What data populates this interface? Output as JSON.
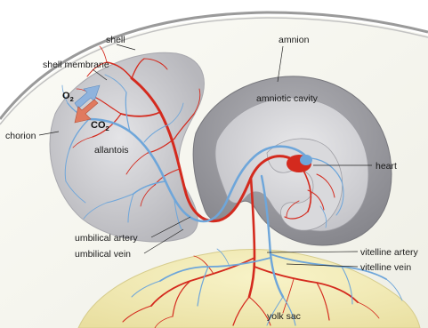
{
  "labels": {
    "shell": "shell",
    "shell_membrane": "shell membrane",
    "amnion": "amnion",
    "amniotic_cavity": "amniotic cavity",
    "chorion": "chorion",
    "allantois": "allantois",
    "heart": "heart",
    "umbilical_artery": "umbilical artery",
    "umbilical_vein": "umbilical vein",
    "vitelline_artery": "vitelline artery",
    "vitelline_vein": "vitelline vein",
    "yolk_sac": "yolk sac"
  },
  "gas_exchange": {
    "o2": "O",
    "o2_sub": "2",
    "co2": "CO",
    "co2_sub": "2"
  },
  "colors": {
    "artery": "#d42a1e",
    "vein": "#6ea6da",
    "allantois_fill": "#c9c9cd",
    "amnion_fill": "#9a9aa0",
    "yolk_fill": "#f4eeb4",
    "albumen_fill": "#fafaf3"
  }
}
